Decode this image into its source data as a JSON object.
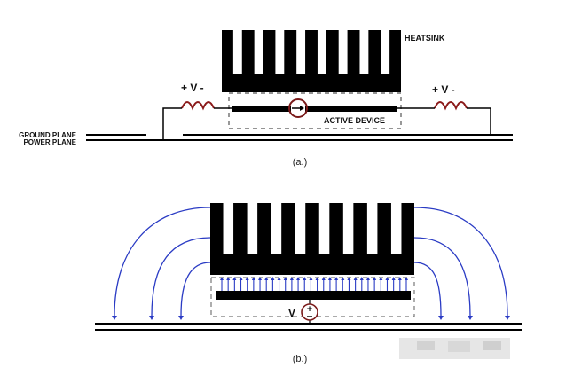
{
  "panel_a": {
    "heatsink_label": "HEATSINK",
    "active_device_label": "ACTIVE DEVICE",
    "left_voltage_label": "+ V -",
    "right_voltage_label": "+ V -",
    "ground_plane_label": "GROUND PLANE",
    "power_plane_label": "POWER PLANE",
    "caption": "(a.)"
  },
  "panel_b": {
    "source_label": "V",
    "caption": "(b.)"
  },
  "colors": {
    "field": "#2a3bc4",
    "source": "#7a1a1a",
    "ink": "#000000"
  }
}
